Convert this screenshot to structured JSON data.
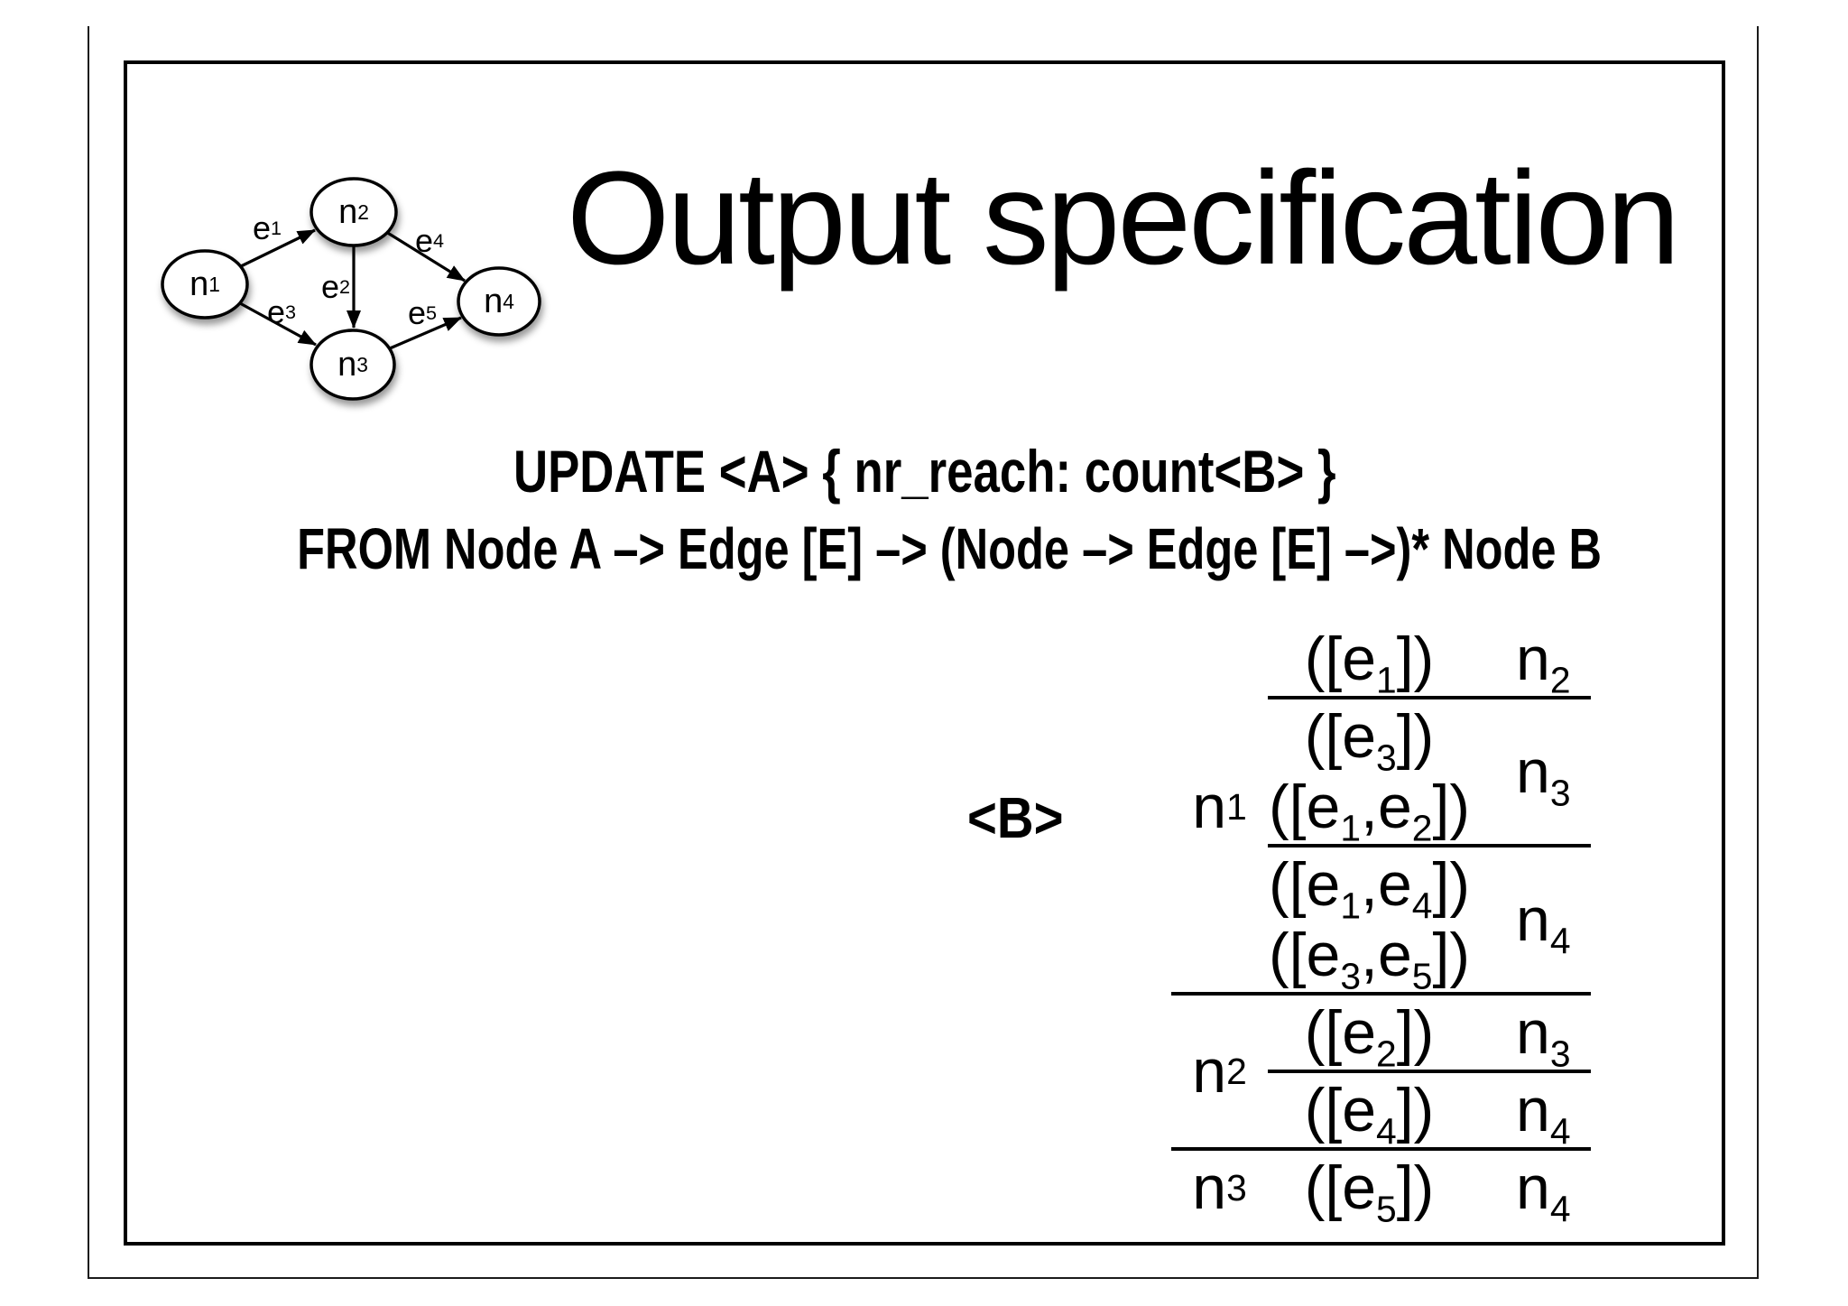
{
  "slide": {
    "title": "Output specification",
    "query": {
      "line1": "UPDATE <A> { nr_reach: count<B> }",
      "line2": "FROM Node A –> Edge [E] –> (Node –> Edge [E] –>)* Node B"
    },
    "graph": {
      "nodes": [
        {
          "id": "n1",
          "label": "n1"
        },
        {
          "id": "n2",
          "label": "n2"
        },
        {
          "id": "n3",
          "label": "n3"
        },
        {
          "id": "n4",
          "label": "n4"
        }
      ],
      "edges": [
        {
          "id": "e1",
          "label": "e1",
          "from": "n1",
          "to": "n2"
        },
        {
          "id": "e2",
          "label": "e2",
          "from": "n2",
          "to": "n3"
        },
        {
          "id": "e3",
          "label": "e3",
          "from": "n1",
          "to": "n3"
        },
        {
          "id": "e4",
          "label": "e4",
          "from": "n2",
          "to": "n4"
        },
        {
          "id": "e5",
          "label": "e5",
          "from": "n3",
          "to": "n4"
        }
      ]
    },
    "binding_label": "<B>",
    "derivation": {
      "groups": [
        {
          "source": "n1",
          "entries": [
            {
              "paths": [
                "([e1])"
              ],
              "target": "n2"
            },
            {
              "paths": [
                "([e3])",
                "([e1,e2])"
              ],
              "target": "n3"
            },
            {
              "paths": [
                "([e1,e4])",
                "([e3,e5])"
              ],
              "target": "n4"
            }
          ]
        },
        {
          "source": "n2",
          "entries": [
            {
              "paths": [
                "([e2])"
              ],
              "target": "n3"
            },
            {
              "paths": [
                "([e4])"
              ],
              "target": "n4"
            }
          ]
        },
        {
          "source": "n3",
          "entries": [
            {
              "paths": [
                "([e5])"
              ],
              "target": "n4"
            }
          ]
        }
      ]
    }
  }
}
